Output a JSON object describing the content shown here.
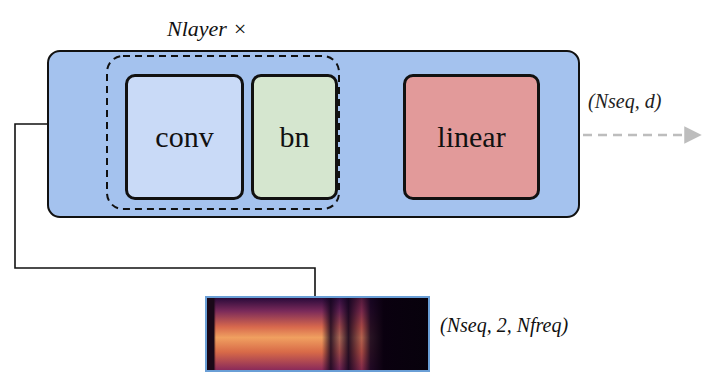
{
  "diagram": {
    "nodes": [
      {
        "text": [
          "Nlayer ×"
        ]
      },
      {
        "text": [
          "conv"
        ],
        "in": 0
      },
      {
        "text": [
          "bn"
        ],
        "in": 0
      },
      {
        "text": [
          "linear"
        ],
        "in": 0
      },
      {
        "text": [
          "(Nseq, 2, Nfreq)"
        ]
      }
    ],
    "edges": [
      {
        "from": 4,
        "to": 0,
        "arrow": "none"
      }
    ],
    "labels": [
      "(Nseq, d)"
    ]
  }
}
